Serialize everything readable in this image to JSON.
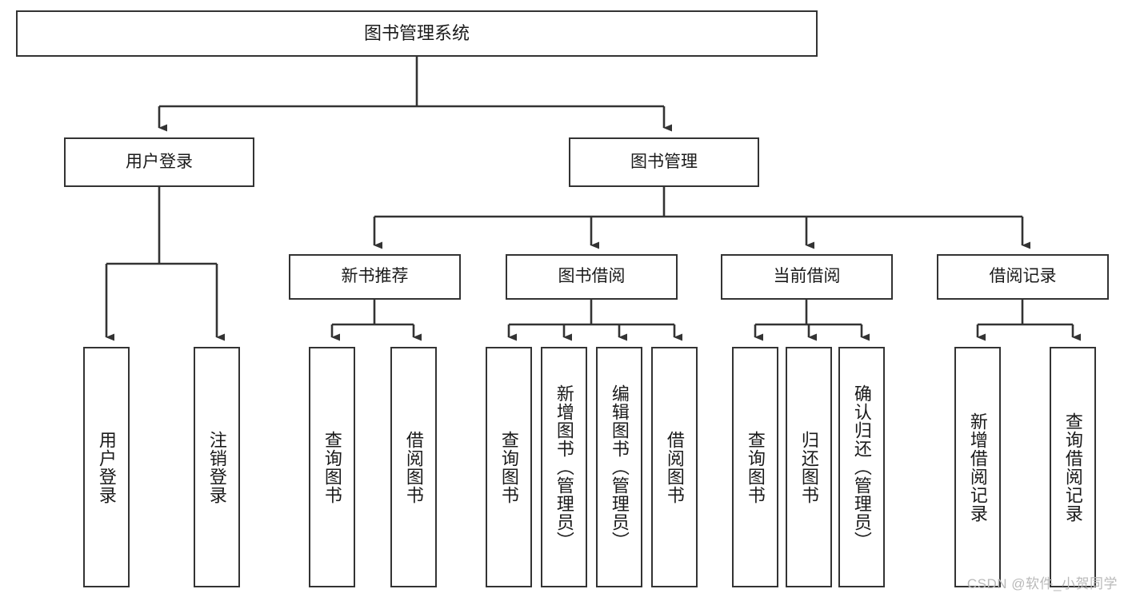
{
  "diagram": {
    "title": "图书管理系统",
    "type": "tree",
    "watermark": "CSDN @软件_小贺同学",
    "colors": {
      "box_border": "#333333",
      "box_fill": "#ffffff",
      "edge": "#333333",
      "text": "#1a1a1a",
      "watermark": "#b9b9b9"
    },
    "nodes": {
      "root": {
        "label": "图书管理系统"
      },
      "level1": [
        {
          "label": "用户登录"
        },
        {
          "label": "图书管理"
        }
      ],
      "level2": [
        {
          "label": "新书推荐"
        },
        {
          "label": "图书借阅"
        },
        {
          "label": "当前借阅"
        },
        {
          "label": "借阅记录"
        }
      ],
      "leaves": {
        "user_login": [
          {
            "label": "用户登录"
          },
          {
            "label": "注销登录"
          }
        ],
        "new_book": [
          {
            "label": "查询图书"
          },
          {
            "label": "借阅图书"
          }
        ],
        "book_borrow": [
          {
            "label": "查询图书"
          },
          {
            "label": "新增图书（管理员）"
          },
          {
            "label": "编辑图书（管理员）"
          },
          {
            "label": "借阅图书"
          }
        ],
        "current_borrow": [
          {
            "label": "查询图书"
          },
          {
            "label": "归还图书"
          },
          {
            "label": "确认归还（管理员）"
          }
        ],
        "borrow_record": [
          {
            "label": "新增借阅记录"
          },
          {
            "label": "查询借阅记录"
          }
        ]
      }
    }
  }
}
